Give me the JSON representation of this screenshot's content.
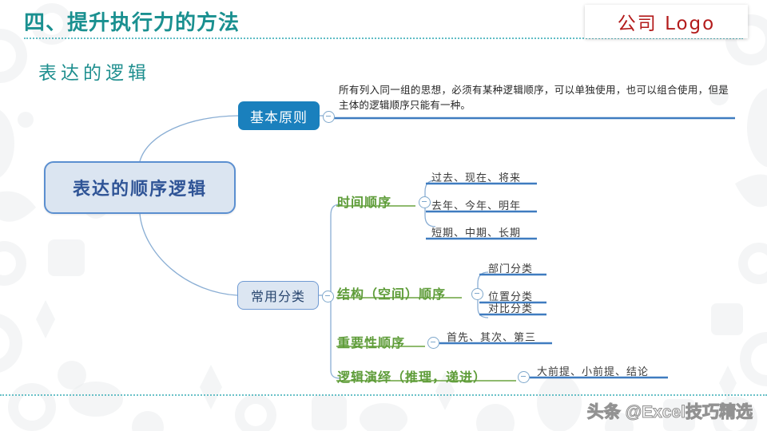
{
  "header": {
    "title": "四、提升执行力的方法",
    "subtitle": "表达的逻辑",
    "logo": "公司 Logo",
    "logo_color": "#b31b1b",
    "title_color": "#1a9090"
  },
  "footer": {
    "watermark": "头条 @Excel技巧精选"
  },
  "mindmap": {
    "root": "表达的顺序逻辑",
    "nodes": {
      "principle": "基本原则",
      "classification": "常用分类"
    },
    "principle_text": "所有列入同一组的思想，必须有某种逻辑顺序，可以单独使用，也可以组合使用，但是主体的逻辑顺序只能有一种。",
    "branches": [
      {
        "label": "时间顺序",
        "leaves": [
          "过去、现在、将来",
          "去年、今年、明年",
          "短期、中期、长期"
        ]
      },
      {
        "label": "结构（空间）顺序",
        "leaves": [
          "部门分类",
          "位置分类",
          "对比分类"
        ]
      },
      {
        "label": "重要性顺序",
        "leaves": [
          "首先、其次、第三"
        ]
      },
      {
        "label": "逻辑演绎（推理，递进）",
        "leaves": [
          "大前提、小前提、结论"
        ]
      }
    ],
    "colors": {
      "root_fill": "#dbe5f1",
      "root_border": "#5b8fd0",
      "root_text": "#2f5496",
      "primary_fill": "#1a80bd",
      "branch_text": "#5e9c39",
      "leaf_underline": "#3f7cc0",
      "connector": "#8aaed4"
    }
  }
}
